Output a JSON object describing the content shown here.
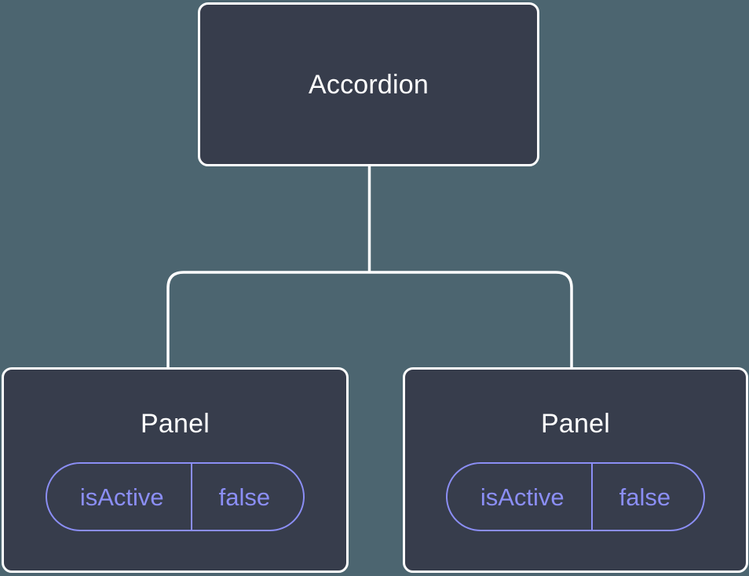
{
  "diagram": {
    "type": "component-tree",
    "background_color": "#4c6570",
    "node_fill_color": "#373d4c",
    "node_border_color": "#ffffff",
    "edge_color": "#ffffff",
    "prop_accent_color": "#8b8ef5",
    "root": {
      "label": "Accordion"
    },
    "children": [
      {
        "label": "Panel",
        "props": [
          {
            "key": "isActive",
            "value": "false"
          }
        ]
      },
      {
        "label": "Panel",
        "props": [
          {
            "key": "isActive",
            "value": "false"
          }
        ]
      }
    ]
  }
}
